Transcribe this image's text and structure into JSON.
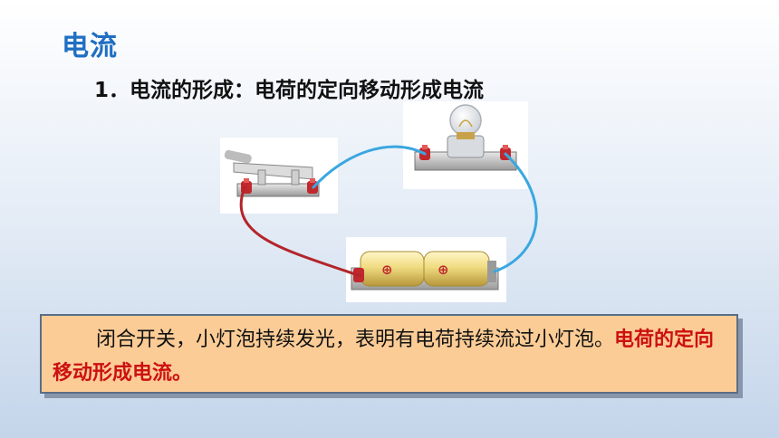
{
  "heading": {
    "title": "电流"
  },
  "section": {
    "number": "1．",
    "text": "电流的形成：电荷的定向移动形成电流"
  },
  "figure": {
    "battery_symbols": [
      "⊕",
      "⊕"
    ]
  },
  "note": {
    "normal_text": "闭合开关，小灯泡持续发光，表明有电荷持续流过小灯泡。",
    "highlight_text": "电荷的定向移动形成电流。"
  },
  "colors": {
    "title": "#1f6fc2",
    "note_background": "#fccc96",
    "highlight": "#cc1111",
    "wire_red": "#b3252a",
    "wire_blue": "#3aa7e0"
  }
}
